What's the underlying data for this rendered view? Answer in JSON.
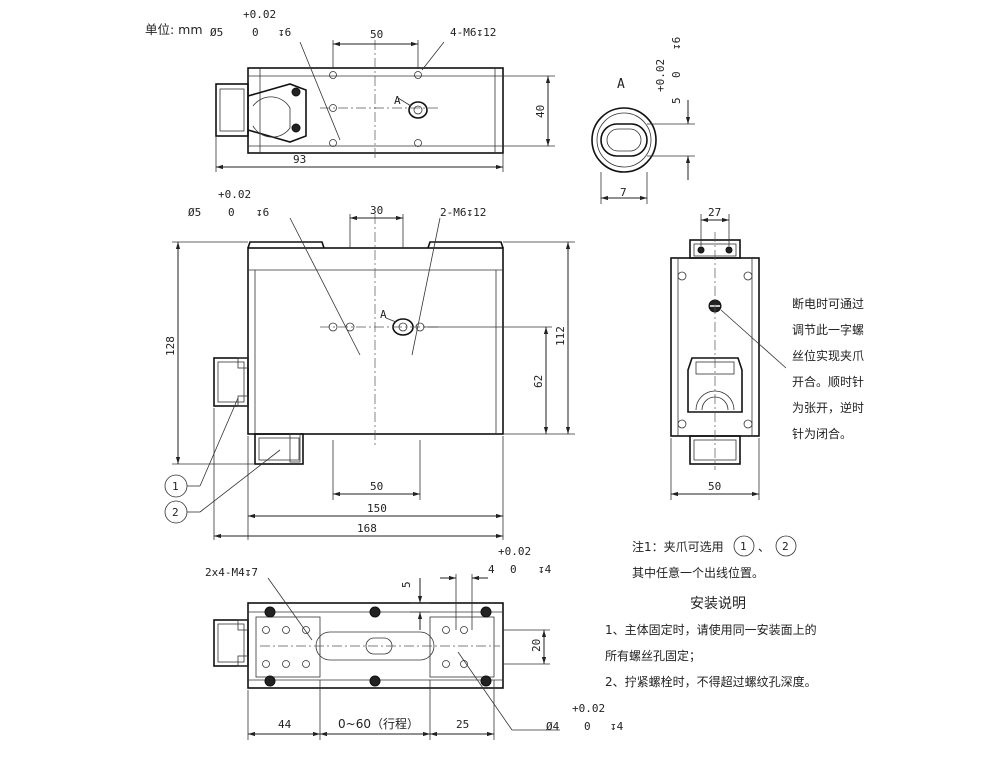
{
  "unit_label": "单位: mm",
  "top_view": {
    "hole_dia": "Ø5",
    "hole_tol_upper": "+0.02",
    "hole_tol_lower": "0",
    "hole_depth": "↧6",
    "dim_50": "50",
    "thread_label": "4-M6↧12",
    "dim_40": "40",
    "dim_93": "93",
    "view_marker": "A"
  },
  "detail_a": {
    "label": "A",
    "dim_7": "7",
    "tol_upper": "+0.02",
    "tol_lower": "0",
    "nominal": "5",
    "depth": "↧6"
  },
  "front_view": {
    "hole_dia": "Ø5",
    "hole_tol_upper": "+0.02",
    "hole_tol_lower": "0",
    "hole_depth": "↧6",
    "dim_30": "30",
    "thread_label": "2-M6↧12",
    "view_marker": "A",
    "dim_128": "128",
    "dim_112": "112",
    "dim_62": "62",
    "dim_50": "50",
    "dim_150": "150",
    "dim_168": "168",
    "callout_1": "1",
    "callout_2": "2"
  },
  "side_view": {
    "dim_27": "27",
    "dim_50": "50"
  },
  "side_note": [
    "断电时可通过",
    "调节此一字螺",
    "丝位实现夹爪",
    "开合。顺时针",
    "为张开，逆时",
    "针为闭合。"
  ],
  "note1": {
    "line1_prefix": "注1：夹爪可选用",
    "option_1": "1",
    "separator": "、",
    "option_2": "2",
    "line2": "其中任意一个出线位置。"
  },
  "install": {
    "title": "安装说明",
    "line1": "1、主体固定时，请使用同一安装面上的",
    "line2": "所有螺丝孔固定；",
    "line3": "2、拧紧螺栓时，不得超过螺纹孔深度。"
  },
  "bottom_view": {
    "thread_label": "2x4-M4↧7",
    "dim_5": "5",
    "tol_upper": "+0.02",
    "tol_lower": "0",
    "nominal": "4",
    "depth": "↧4",
    "dim_20": "20",
    "dim_44": "44",
    "stroke_label": "0~60（行程）",
    "dim_25": "25",
    "hole_dia": "Ø4",
    "hole_tol_upper": "+0.02",
    "hole_tol_lower": "0",
    "hole_depth": "↧4"
  }
}
